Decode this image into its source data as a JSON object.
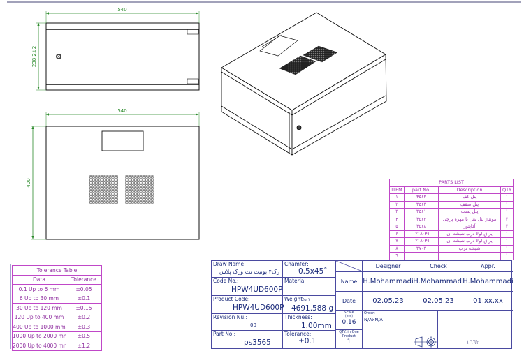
{
  "dimensions": {
    "front_width": "540",
    "front_height": "238.2±2",
    "top_width": "540",
    "top_depth": "400"
  },
  "parts_list": {
    "title": "PARTS LIST",
    "headers": [
      "ITEM",
      "part No.",
      "Description",
      "QTY"
    ],
    "rows": [
      {
        "item": "١",
        "part": "٣٥۶٣",
        "desc": "پنل کف",
        "qty": "١"
      },
      {
        "item": "٢",
        "part": "٣٥۶٣",
        "desc": "پنل سقف",
        "qty": "١"
      },
      {
        "item": "٣",
        "part": "٣٥۶١",
        "desc": "پنل پشت",
        "qty": "١"
      },
      {
        "item": "۴",
        "part": "٣٥۶۴",
        "desc": "مونتاژ پنل بغل با مهره پرچی",
        "qty": "٢"
      },
      {
        "item": "٥",
        "part": "٣٥۶٨",
        "desc": "آداپتور",
        "qty": "٢"
      },
      {
        "item": "۶",
        "part": "٠٢١٨٠۴١",
        "desc": "یراق لولا درب شیشه ای",
        "qty": "١"
      },
      {
        "item": "٧",
        "part": "٠٢١٨٠۴١",
        "desc": "یراق لولا درب شیشه ای",
        "qty": "١"
      },
      {
        "item": "٨",
        "part": "٣٧٠٣",
        "desc": "شیشه درب",
        "qty": "١"
      },
      {
        "item": "٩",
        "part": "",
        "desc": "",
        "qty": "١"
      }
    ]
  },
  "tolerance_table": {
    "title": "Tolerance Table",
    "headers": [
      "Data",
      "Tolerance"
    ],
    "rows": [
      {
        "range": "0.1 Up to 6 mm",
        "tol": "±0.05"
      },
      {
        "range": "6 Up to 30 mm",
        "tol": "±0.1"
      },
      {
        "range": "30 Up to 120 mm",
        "tol": "±0.15"
      },
      {
        "range": "120 Up to 400 mm",
        "tol": "±0.2"
      },
      {
        "range": "400 Up to 1000 mm",
        "tol": "±0.3"
      },
      {
        "range": "1000 Up to 2000 mm",
        "tol": "±0.5"
      },
      {
        "range": "2000 Up to 4000 mm",
        "tol": "±1.2"
      }
    ]
  },
  "title_block": {
    "draw_name_label": "Draw Name",
    "draw_name": "رک۴ یونیت نت ورک پلاس",
    "code_no_label": "Code No.:",
    "code_no": "HPW4UD600P",
    "product_code_label": "Product Code:",
    "product_code": "HPW4UD600P",
    "revision_label": "Revision Nu.:",
    "revision": "00",
    "part_no_label": "Part No.:",
    "part_no": "ps3565",
    "chamfer_label": "Chamfer:",
    "chamfer": "0.5x45˚",
    "material_label": "Material",
    "weight_label": "Weight",
    "weight_unit": "(gr)",
    "weight": "4691.588 g",
    "thickness_label": "Thickness:",
    "thickness": "1.00mm",
    "tolerance_label": "Tolerance:",
    "tolerance": "±0.1",
    "designer_label": "Designer",
    "check_label": "Check",
    "appr_label": "Appr.",
    "name_label": "Name",
    "date_label": "Date",
    "designer_name": "H.Mohammadi",
    "check_name": "H.Mohammadi",
    "appr_name": "H.Mohammadi",
    "designer_date": "02.05.23",
    "check_date": "02.05.23",
    "appr_date": "01.xx.xx",
    "scale_label": "Scale",
    "scale_unit": "(mm)",
    "scale": "0.16",
    "qty_label": "QTY. in One Product",
    "qty": "1",
    "order_label": "Order:",
    "order": "N/AxN/A",
    "stamp": "۱٦٦٢"
  },
  "colors": {
    "dimension": "#2a8a2a",
    "parts_border": "#c048c8",
    "title_border": "#4a4aa0"
  }
}
